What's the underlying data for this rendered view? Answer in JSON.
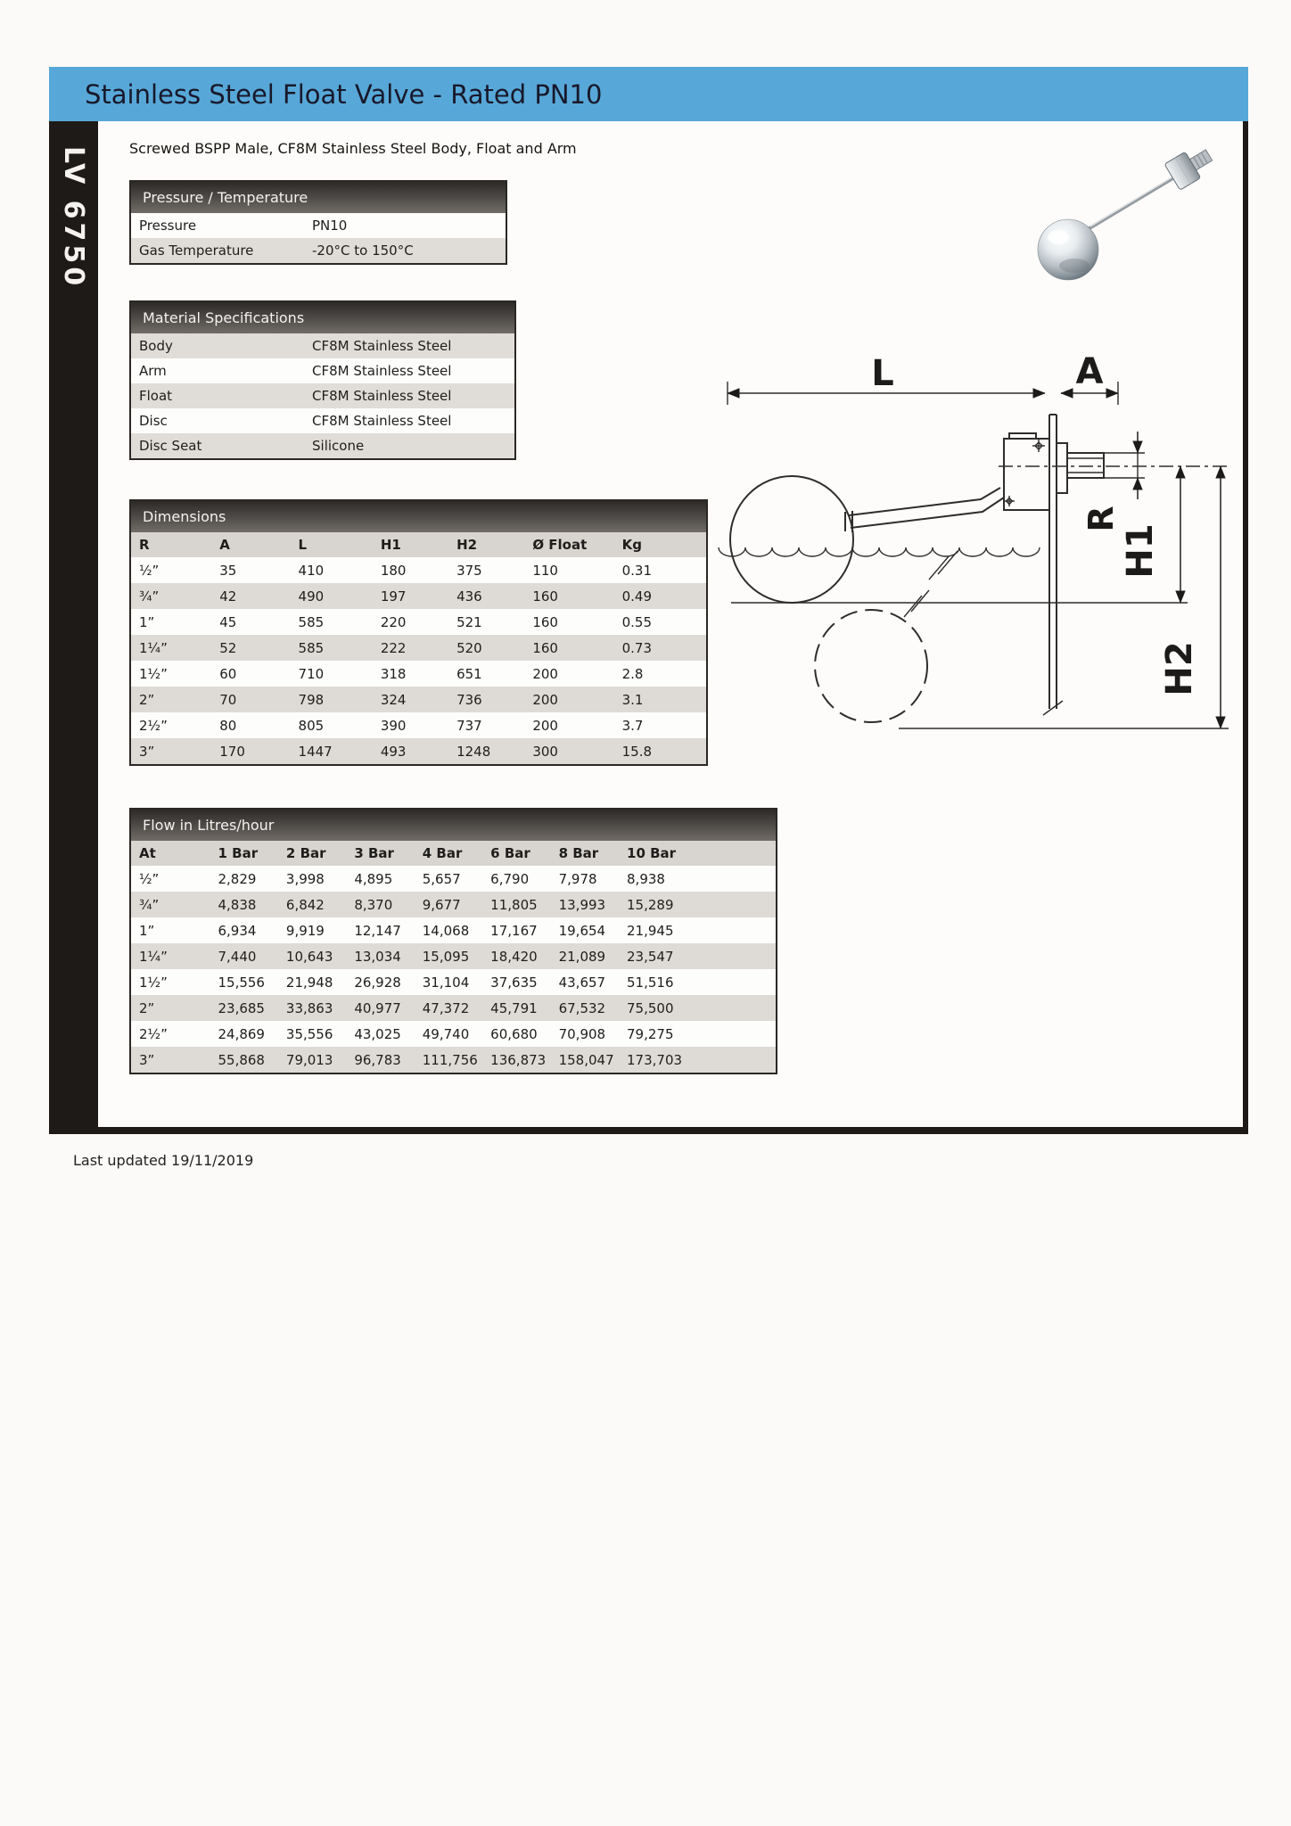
{
  "page": {
    "title": "Stainless Steel Float Valve - Rated PN10",
    "model": "LV 6750",
    "subtitle": "Screwed BSPP Male, CF8M Stainless Steel Body, Float and Arm",
    "last_updated": "Last updated 19/11/2019"
  },
  "colors": {
    "title_bar_blue": "#57a8d8",
    "table_header_dark": "#3a3633",
    "row_shade": "#dedbd6",
    "sidebar_black": "#1e1a17"
  },
  "pressure_table": {
    "header": "Pressure / Temperature",
    "rows": [
      {
        "label": "Pressure",
        "value": "PN10"
      },
      {
        "label": "Gas Temperature",
        "value": "-20°C to 150°C"
      }
    ]
  },
  "material_table": {
    "header": "Material Specifications",
    "rows": [
      {
        "label": "Body",
        "value": "CF8M Stainless Steel"
      },
      {
        "label": "Arm",
        "value": "CF8M Stainless Steel"
      },
      {
        "label": "Float",
        "value": "CF8M Stainless Steel"
      },
      {
        "label": "Disc",
        "value": "CF8M Stainless Steel"
      },
      {
        "label": "Disc Seat",
        "value": "Silicone"
      }
    ]
  },
  "dimensions_table": {
    "header": "Dimensions",
    "columns": [
      "R",
      "A",
      "L",
      "H1",
      "H2",
      "Ø Float",
      "Kg"
    ],
    "rows": [
      [
        "½”",
        "35",
        "410",
        "180",
        "375",
        "110",
        "0.31"
      ],
      [
        "¾”",
        "42",
        "490",
        "197",
        "436",
        "160",
        "0.49"
      ],
      [
        "1”",
        "45",
        "585",
        "220",
        "521",
        "160",
        "0.55"
      ],
      [
        "1¼”",
        "52",
        "585",
        "222",
        "520",
        "160",
        "0.73"
      ],
      [
        "1½”",
        "60",
        "710",
        "318",
        "651",
        "200",
        "2.8"
      ],
      [
        "2”",
        "70",
        "798",
        "324",
        "736",
        "200",
        "3.1"
      ],
      [
        "2½”",
        "80",
        "805",
        "390",
        "737",
        "200",
        "3.7"
      ],
      [
        "3”",
        "170",
        "1447",
        "493",
        "1248",
        "300",
        "15.8"
      ]
    ]
  },
  "flow_table": {
    "header": "Flow in Litres/hour",
    "columns": [
      "At",
      "1 Bar",
      "2 Bar",
      "3 Bar",
      "4 Bar",
      "6 Bar",
      "8 Bar",
      "10 Bar"
    ],
    "rows": [
      [
        "½”",
        "2,829",
        "3,998",
        "4,895",
        "5,657",
        "6,790",
        "7,978",
        "8,938"
      ],
      [
        "¾”",
        "4,838",
        "6,842",
        "8,370",
        "9,677",
        "11,805",
        "13,993",
        "15,289"
      ],
      [
        "1”",
        "6,934",
        "9,919",
        "12,147",
        "14,068",
        "17,167",
        "19,654",
        "21,945"
      ],
      [
        "1¼”",
        "7,440",
        "10,643",
        "13,034",
        "15,095",
        "18,420",
        "21,089",
        "23,547"
      ],
      [
        "1½”",
        "15,556",
        "21,948",
        "26,928",
        "31,104",
        "37,635",
        "43,657",
        "51,516"
      ],
      [
        "2”",
        "23,685",
        "33,863",
        "40,977",
        "47,372",
        "45,791",
        "67,532",
        "75,500"
      ],
      [
        "2½”",
        "24,869",
        "35,556",
        "43,025",
        "49,740",
        "60,680",
        "70,908",
        "79,275"
      ],
      [
        "3”",
        "55,868",
        "79,013",
        "96,783",
        "111,756",
        "136,873",
        "158,047",
        "173,703"
      ]
    ]
  },
  "drawing": {
    "labels": {
      "length": "L",
      "inlet_offset": "A",
      "thread": "R",
      "height1": "H1",
      "height2": "H2"
    }
  }
}
